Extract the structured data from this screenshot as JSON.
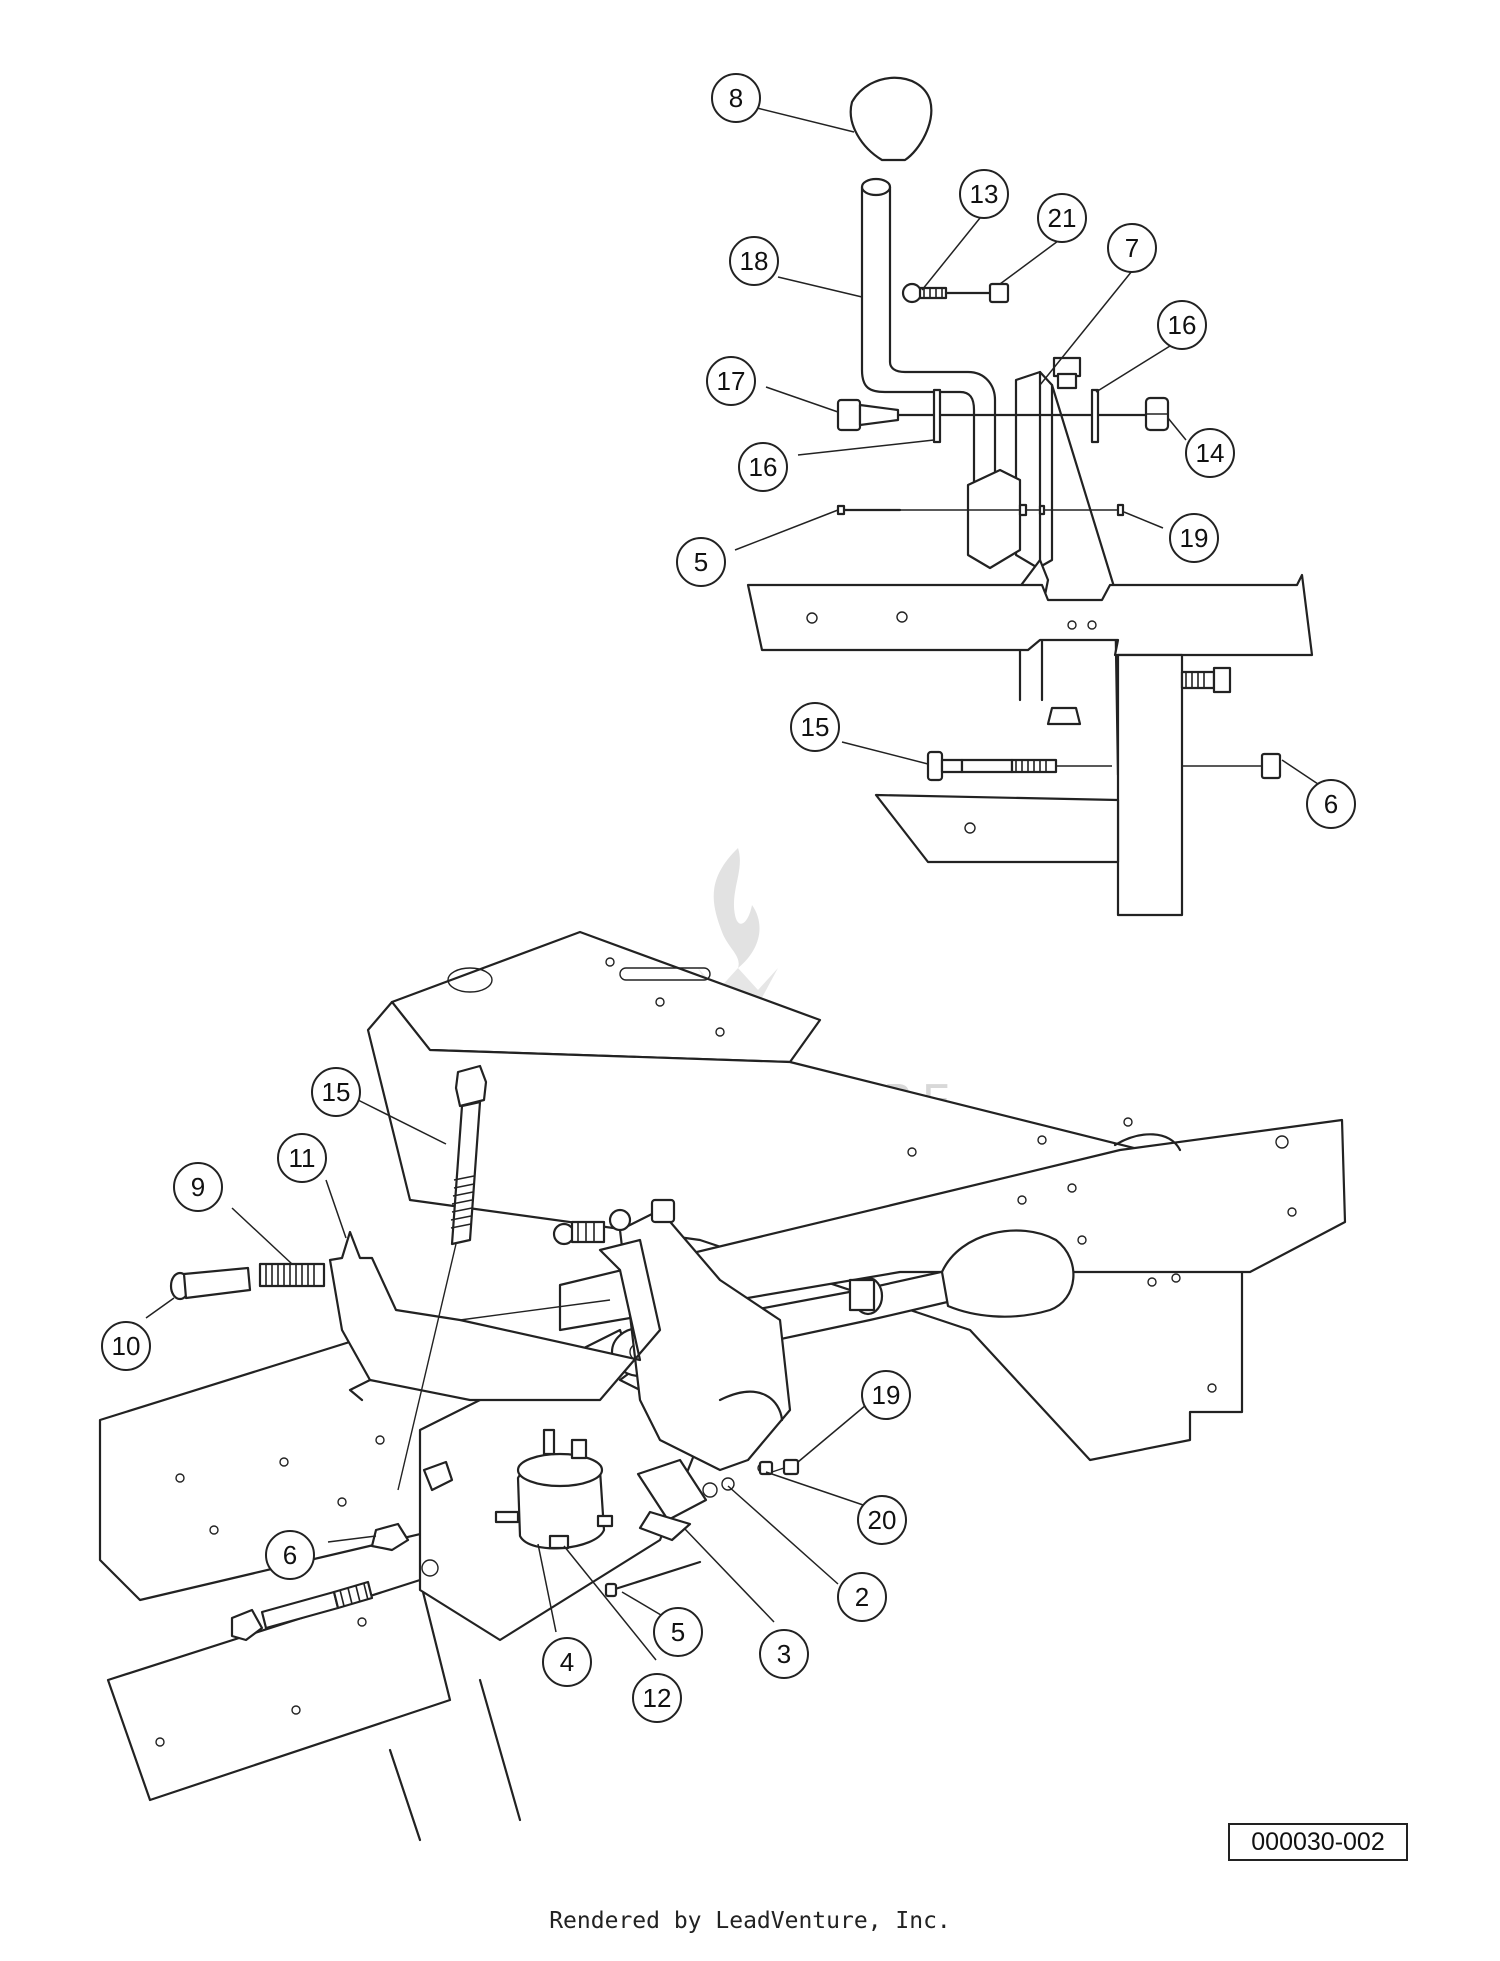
{
  "watermark": {
    "text": "LEADVENTURE"
  },
  "part_number": "000030-002",
  "footer": "Rendered by LeadVenture, Inc.",
  "colors": {
    "line": "#222222",
    "background": "#ffffff",
    "watermark": "#d8d8d8"
  },
  "callouts_top": [
    "8",
    "13",
    "21",
    "18",
    "7",
    "16",
    "17",
    "14",
    "16",
    "5",
    "19",
    "15",
    "6"
  ],
  "callouts_bottom": [
    "15",
    "11",
    "9",
    "10",
    "19",
    "20",
    "6",
    "2",
    "5",
    "3",
    "4",
    "12"
  ]
}
